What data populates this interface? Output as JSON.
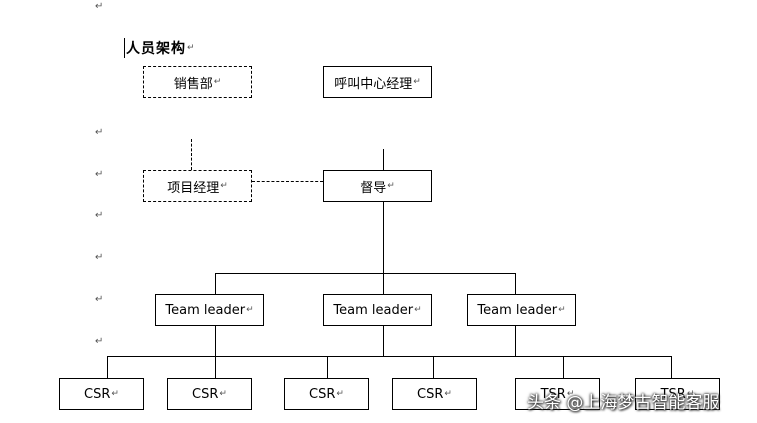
{
  "document": {
    "title": "人员架构",
    "paragraph_mark": "↵"
  },
  "org": {
    "sales": "销售部",
    "callcenter_manager": "呼叫中心经理",
    "project_manager": "项目经理",
    "supervisor": "督导",
    "team_leaders": [
      "Team leader",
      "Team leader",
      "Team leader"
    ],
    "staff": [
      "CSR",
      "CSR",
      "CSR",
      "CSR",
      "TSR",
      "TSR"
    ]
  },
  "watermark": "头条 @上海梦古智能客服"
}
